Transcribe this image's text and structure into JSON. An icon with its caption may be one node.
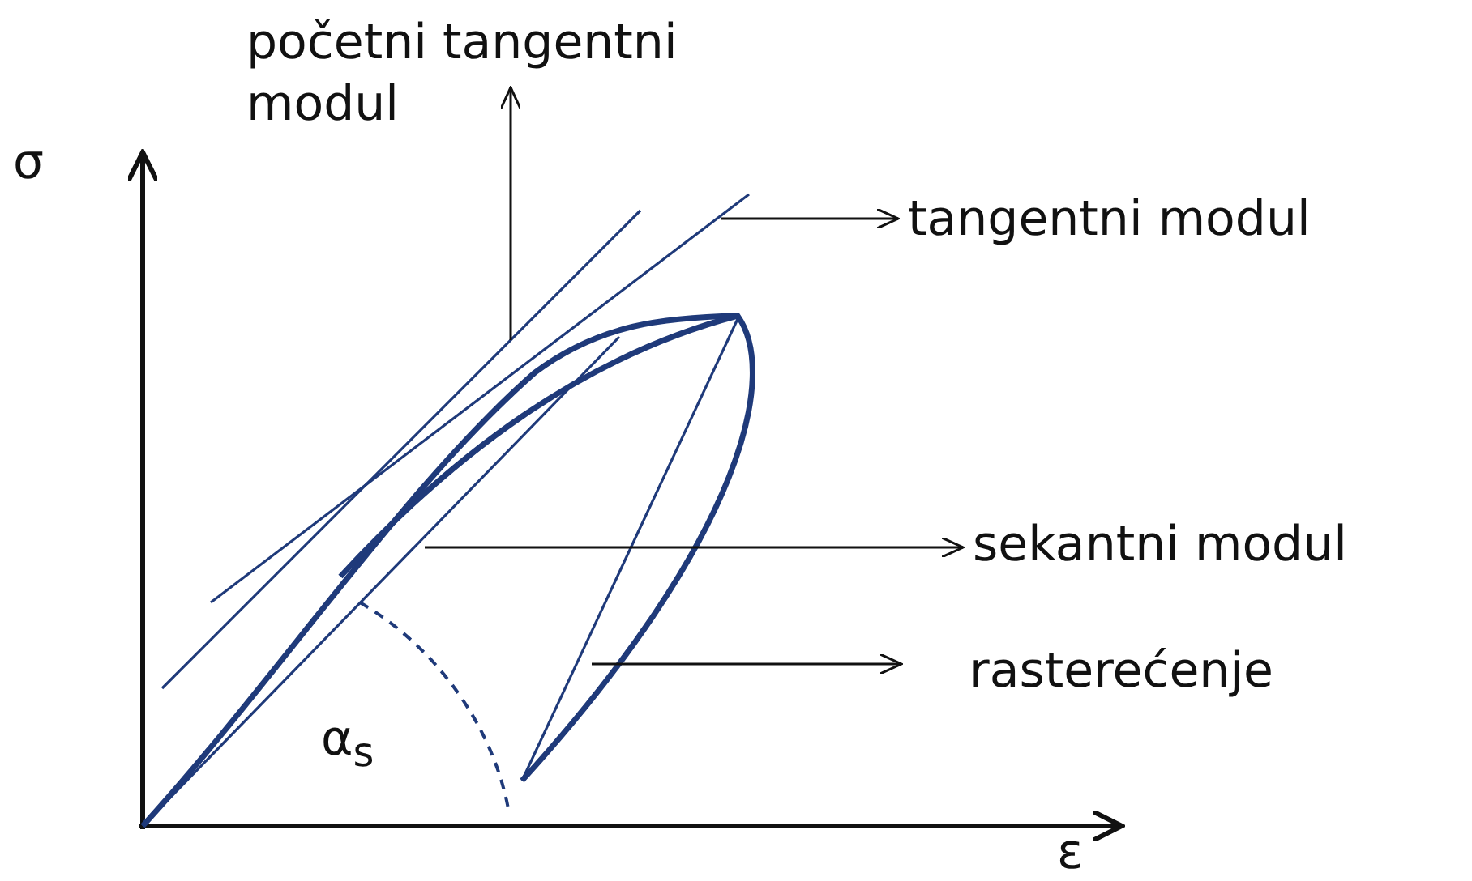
{
  "diagram": {
    "nodes": [
      {
        "text": [
          "početni tangentni modul"
        ]
      },
      {
        "text": [
          "tangentni modul"
        ]
      },
      {
        "text": [
          "sekantni modul"
        ]
      },
      {
        "text": [
          "rasterećenje"
        ]
      },
      {
        "text": [],
        "shape": "line"
      },
      {
        "text": [],
        "shape": "line"
      },
      {
        "text": [],
        "shape": "line"
      },
      {
        "text": [],
        "shape": "line"
      }
    ],
    "edges": [
      {
        "from": 4,
        "to": 0,
        "arrow": "to"
      },
      {
        "from": 5,
        "to": 1,
        "arrow": "to"
      },
      {
        "from": 6,
        "to": 2,
        "arrow": "to"
      },
      {
        "from": 7,
        "to": 3,
        "arrow": "to"
      }
    ],
    "labels": [
      "σ",
      "ε",
      "α$_{s}$"
    ]
  }
}
